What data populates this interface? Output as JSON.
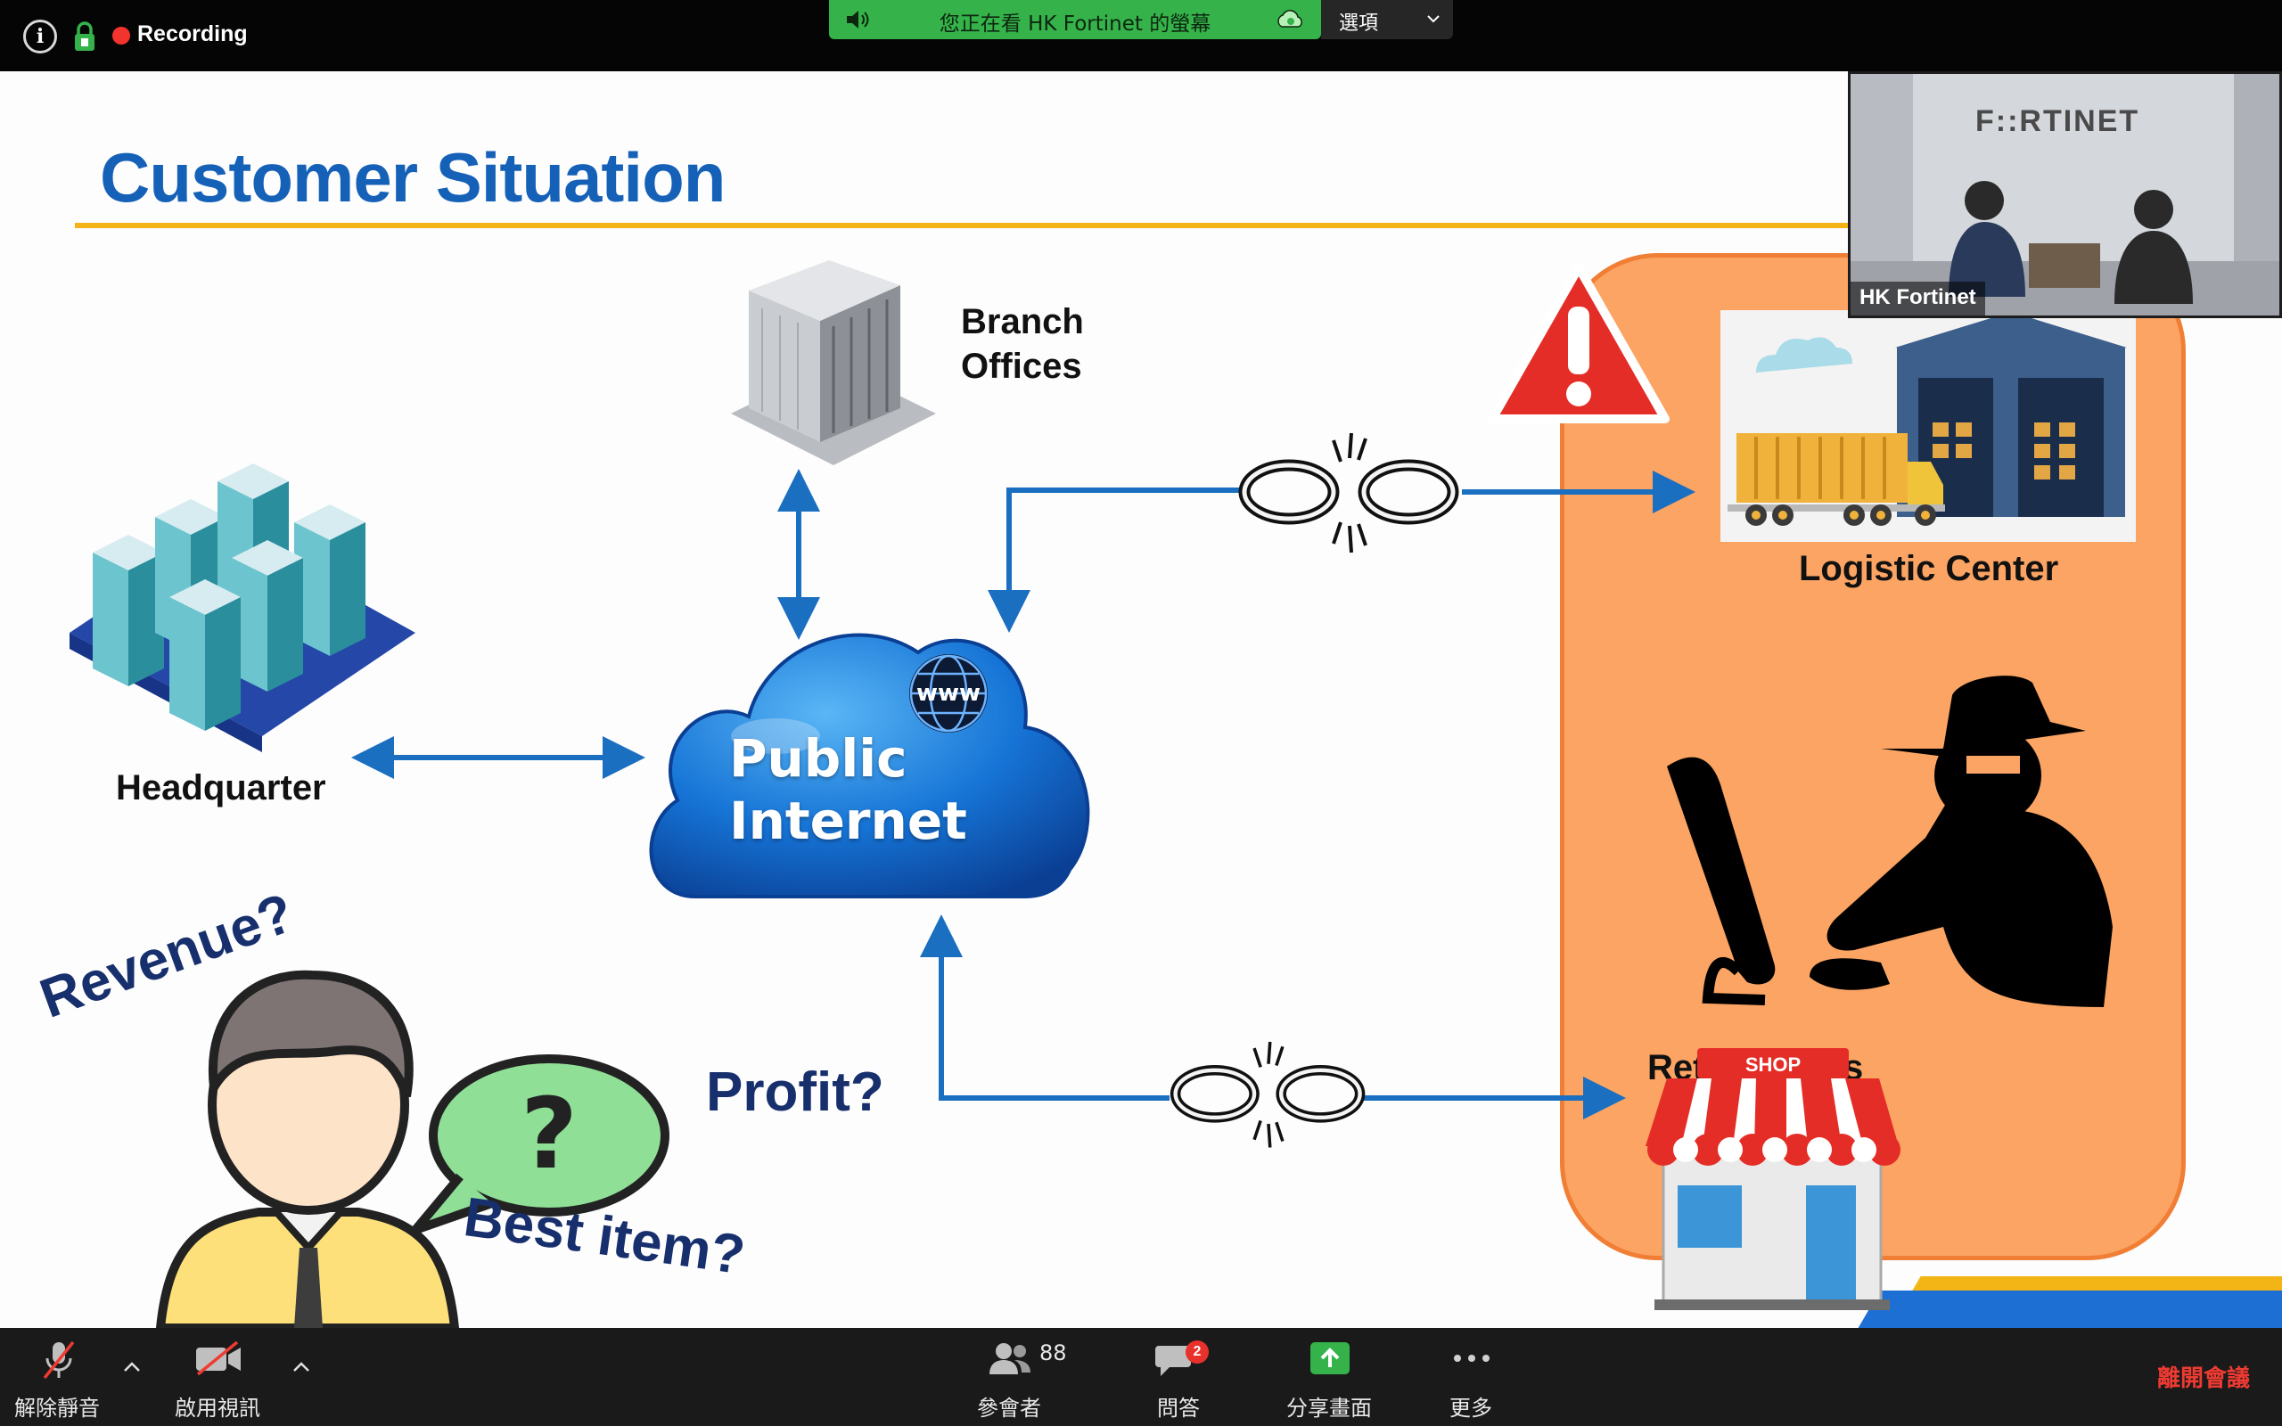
{
  "meeting": {
    "recording_label": "Recording",
    "share_banner": "您正在看 HK Fortinet 的螢幕",
    "options_label": "選項"
  },
  "slide": {
    "title": "Customer Situation",
    "branch_label_1": "Branch",
    "branch_label_2": "Offices",
    "hq_label": "Headquarter",
    "cloud_label_1": "Public",
    "cloud_label_2": "Internet",
    "www_label": "www",
    "logistic_label": "Logistic Center",
    "retail_label": "Retail Shops",
    "shop_sign": "SHOP",
    "question_mark": "?",
    "revenue_label": "Revenue?",
    "profit_label": "Profit?",
    "best_item_label": "Best item?"
  },
  "video": {
    "participant_name": "HK Fortinet",
    "logo_text": "F::RTINET"
  },
  "toolbar": {
    "unmute_label": "解除靜音",
    "video_label": "啟用視訊",
    "participants_label": "參會者",
    "participants_count": "88",
    "qa_label": "問答",
    "qa_badge": "2",
    "share_label": "分享畫面",
    "more_label": "更多",
    "leave_label": "離開會議"
  },
  "colors": {
    "banner_green": "#35b34a",
    "slide_title_blue": "#1661b8",
    "title_rule_gold": "#f3b515",
    "threat_orange": "#fba463",
    "arrow_blue": "#1a6fc0",
    "leave_red": "#ee3b32"
  }
}
